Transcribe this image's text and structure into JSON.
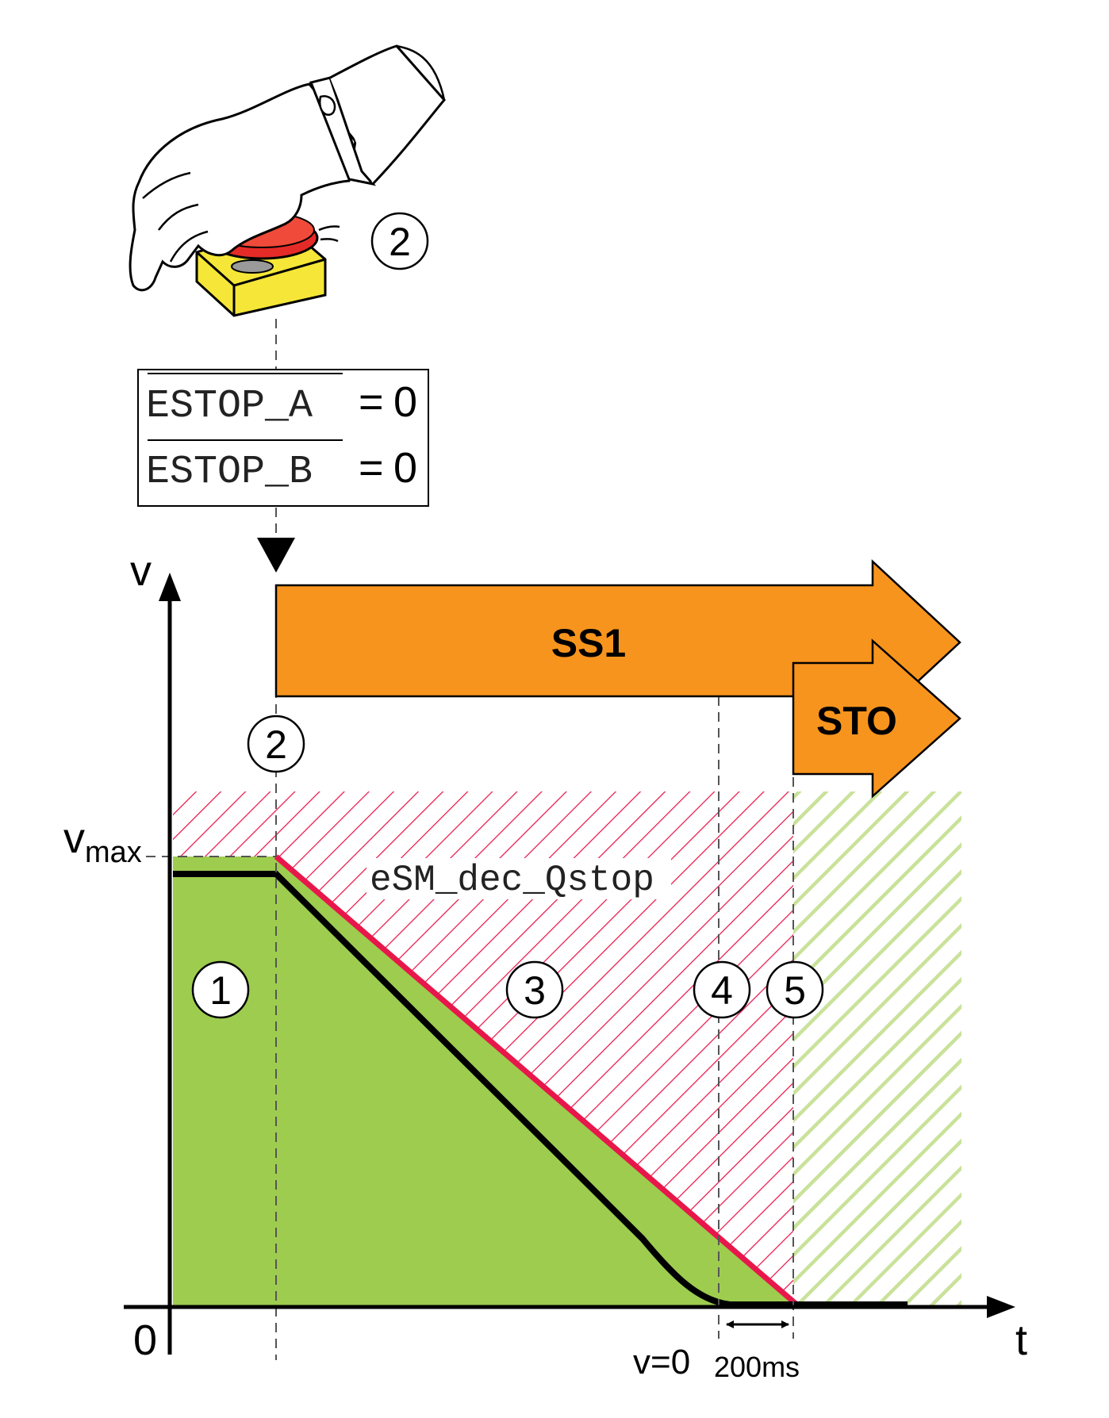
{
  "estop_box": {
    "line_a": {
      "signal": "ESTOP_A",
      "eq": "=",
      "value": "0"
    },
    "line_b": {
      "signal": "ESTOP_B",
      "eq": "=",
      "value": "0"
    }
  },
  "states": {
    "ss1": "SS1",
    "sto": "STO"
  },
  "axes": {
    "y_label": "v",
    "x_label": "t",
    "origin": "0",
    "vmax_base": "v",
    "vmax_sub": "max"
  },
  "annotations": {
    "ramp_label": "eSM_dec_Qstop",
    "v_zero": "v=0",
    "delay": "200ms"
  },
  "markers": {
    "m1": "1",
    "m2_top": "2",
    "m2_axis": "2",
    "m3": "3",
    "m4": "4",
    "m5": "5"
  },
  "colors": {
    "orange": "#f7941d",
    "green": "#9dcc4f",
    "light_green": "#c9e29a",
    "red": "#e8174b",
    "yellow": "#f5e638",
    "button_red": "#e52b27",
    "black": "#000000"
  },
  "icons": {
    "hand": "hand-pressing-icon",
    "button": "emergency-stop-button-icon"
  }
}
